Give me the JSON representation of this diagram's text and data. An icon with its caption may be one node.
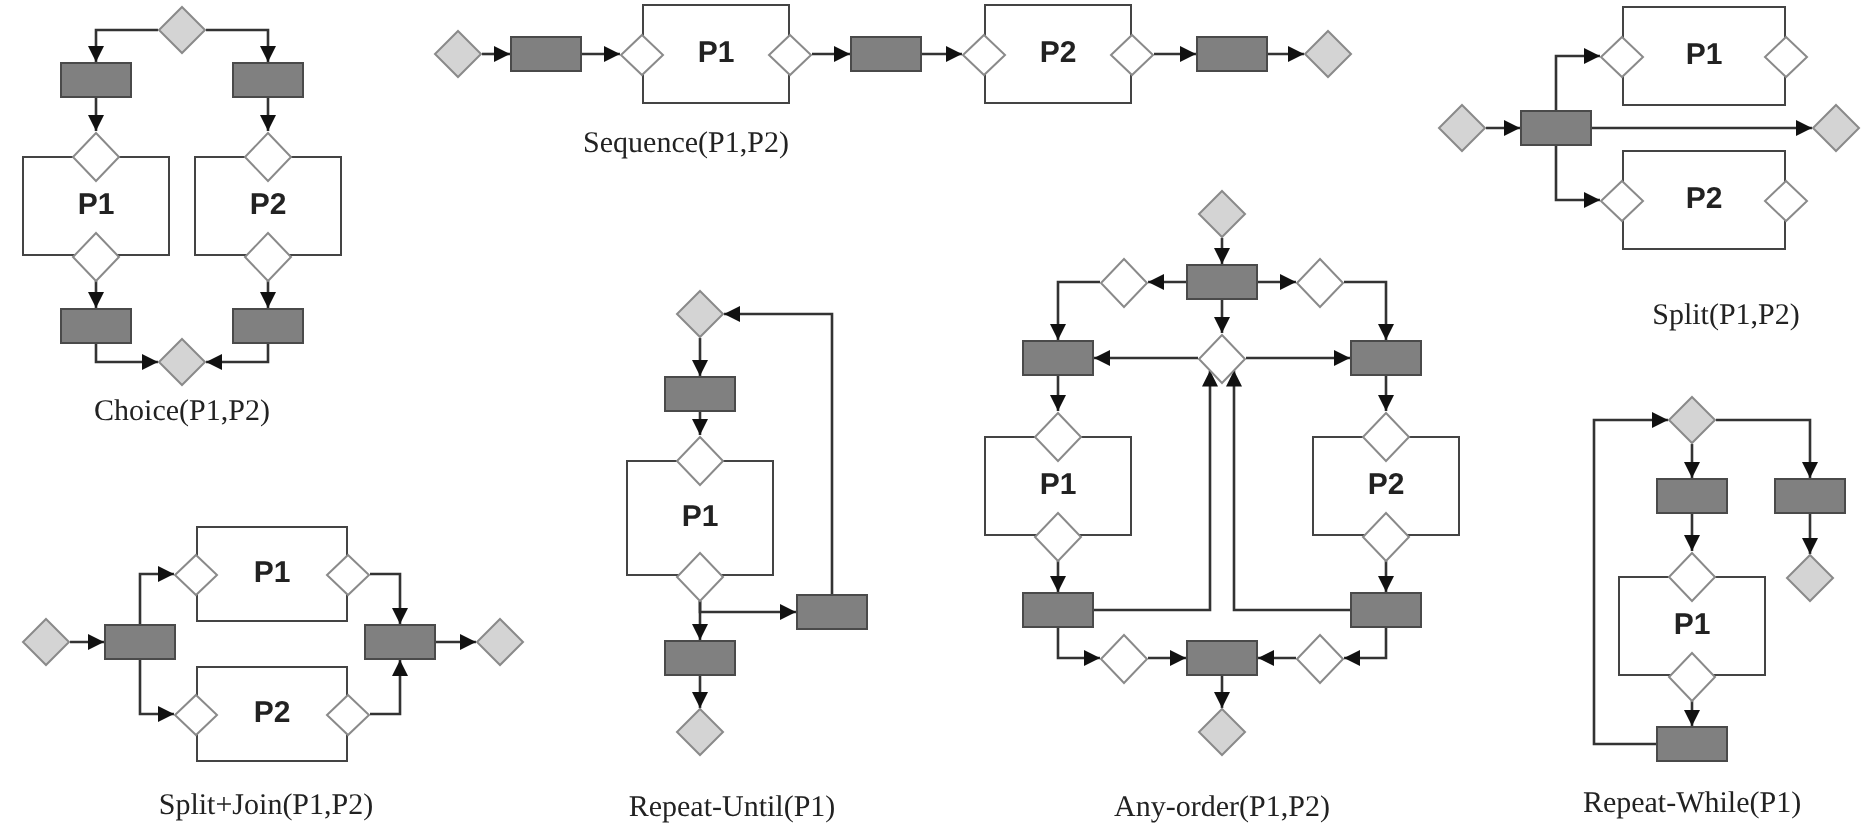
{
  "diagram": {
    "nodes": [
      {
        "text": [],
        "shape": "diamond"
      },
      {
        "text": [],
        "shape": "box"
      },
      {
        "text": [],
        "shape": "box"
      },
      {
        "text": [
          "P1"
        ]
      },
      {
        "text": [],
        "shape": "diamond"
      },
      {
        "text": [],
        "shape": "diamond"
      },
      {
        "text": [
          "P2"
        ]
      },
      {
        "text": [],
        "shape": "diamond"
      },
      {
        "text": [],
        "shape": "diamond"
      },
      {
        "text": [],
        "shape": "box"
      },
      {
        "text": [],
        "shape": "box"
      },
      {
        "text": [],
        "shape": "diamond"
      },
      {
        "text": [],
        "shape": "diamond"
      },
      {
        "text": [],
        "shape": "box"
      },
      {
        "text": [
          "P1"
        ]
      },
      {
        "text": [],
        "shape": "diamond"
      },
      {
        "text": [],
        "shape": "diamond"
      },
      {
        "text": [],
        "shape": "box"
      },
      {
        "text": [
          "P2"
        ]
      },
      {
        "text": [],
        "shape": "diamond"
      },
      {
        "text": [],
        "shape": "diamond"
      },
      {
        "text": [],
        "shape": "box"
      },
      {
        "text": [],
        "shape": "diamond"
      },
      {
        "text": [],
        "shape": "diamond"
      },
      {
        "text": [],
        "shape": "box"
      },
      {
        "text": [
          "P1"
        ]
      },
      {
        "text": [],
        "shape": "diamond"
      },
      {
        "text": [],
        "shape": "diamond"
      },
      {
        "text": [
          "P2"
        ]
      },
      {
        "text": [],
        "shape": "diamond"
      },
      {
        "text": [],
        "shape": "diamond"
      },
      {
        "text": [],
        "shape": "diamond"
      },
      {
        "text": [],
        "shape": "diamond"
      },
      {
        "text": [],
        "shape": "box"
      },
      {
        "text": [
          "P1"
        ]
      },
      {
        "text": [],
        "shape": "diamond"
      },
      {
        "text": [],
        "shape": "diamond"
      },
      {
        "text": [
          "P2"
        ]
      },
      {
        "text": [],
        "shape": "diamond"
      },
      {
        "text": [],
        "shape": "diamond"
      },
      {
        "text": [],
        "shape": "box"
      },
      {
        "text": [],
        "shape": "diamond"
      },
      {
        "text": [],
        "shape": "diamond"
      },
      {
        "text": [],
        "shape": "box"
      },
      {
        "text": [
          "P1"
        ]
      },
      {
        "text": [],
        "shape": "diamond"
      },
      {
        "text": [],
        "shape": "diamond"
      },
      {
        "text": [],
        "shape": "box"
      },
      {
        "text": [],
        "shape": "box"
      },
      {
        "text": [],
        "shape": "diamond"
      },
      {
        "text": [],
        "shape": "diamond"
      },
      {
        "text": [],
        "shape": "box"
      },
      {
        "text": [],
        "shape": "diamond"
      },
      {
        "text": [],
        "shape": "diamond"
      },
      {
        "text": [],
        "shape": "diamond"
      },
      {
        "text": [],
        "shape": "box"
      },
      {
        "text": [],
        "shape": "box"
      },
      {
        "text": [
          "P1"
        ]
      },
      {
        "text": [],
        "shape": "diamond"
      },
      {
        "text": [],
        "shape": "diamond"
      },
      {
        "text": [
          "P2"
        ]
      },
      {
        "text": [],
        "shape": "diamond"
      },
      {
        "text": [],
        "shape": "diamond"
      },
      {
        "text": [],
        "shape": "box"
      },
      {
        "text": [],
        "shape": "box"
      },
      {
        "text": [],
        "shape": "diamond"
      },
      {
        "text": [],
        "shape": "box"
      },
      {
        "text": [],
        "shape": "diamond"
      },
      {
        "text": [],
        "shape": "diamond"
      },
      {
        "text": [],
        "shape": "diamond"
      },
      {
        "text": [],
        "shape": "box"
      },
      {
        "text": [],
        "shape": "box"
      },
      {
        "text": [],
        "shape": "diamond"
      },
      {
        "text": [
          "P1"
        ]
      },
      {
        "text": [],
        "shape": "diamond"
      },
      {
        "text": [],
        "shape": "diamond"
      },
      {
        "text": [],
        "shape": "box"
      }
    ],
    "edges": [
      {
        "from": 0,
        "to": 1,
        "arrow": "to"
      },
      {
        "from": 0,
        "to": 2,
        "arrow": "to"
      },
      {
        "from": 1,
        "to": 4,
        "arrow": "to"
      },
      {
        "from": 2,
        "to": 7,
        "arrow": "to"
      },
      {
        "from": 5,
        "to": 9,
        "arrow": "to"
      },
      {
        "from": 8,
        "to": 10,
        "arrow": "to"
      },
      {
        "from": 9,
        "to": 11,
        "arrow": "to"
      },
      {
        "from": 10,
        "to": 11,
        "arrow": "to"
      },
      {
        "from": 12,
        "to": 13,
        "arrow": "to"
      },
      {
        "from": 13,
        "to": 15,
        "arrow": "to"
      },
      {
        "from": 16,
        "to": 17,
        "arrow": "to"
      },
      {
        "from": 17,
        "to": 19,
        "arrow": "to"
      },
      {
        "from": 20,
        "to": 21,
        "arrow": "to"
      },
      {
        "from": 21,
        "to": 22,
        "arrow": "to"
      },
      {
        "from": 23,
        "to": 24,
        "arrow": "to"
      },
      {
        "from": 24,
        "to": 26,
        "arrow": "to"
      },
      {
        "from": 24,
        "to": 29,
        "arrow": "to"
      },
      {
        "from": 24,
        "to": 31,
        "arrow": "to"
      },
      {
        "from": 32,
        "to": 33,
        "arrow": "to"
      },
      {
        "from": 33,
        "to": 35,
        "arrow": "to"
      },
      {
        "from": 33,
        "to": 38,
        "arrow": "to"
      },
      {
        "from": 36,
        "to": 40,
        "arrow": "to"
      },
      {
        "from": 39,
        "to": 40,
        "arrow": "to"
      },
      {
        "from": 40,
        "to": 41,
        "arrow": "to"
      },
      {
        "from": 42,
        "to": 43,
        "arrow": "to"
      },
      {
        "from": 43,
        "to": 45,
        "arrow": "to"
      },
      {
        "from": 46,
        "to": 48,
        "arrow": "to"
      },
      {
        "from": 46,
        "to": 47,
        "arrow": "to"
      },
      {
        "from": 47,
        "to": 42,
        "arrow": "to"
      },
      {
        "from": 48,
        "to": 49,
        "arrow": "to"
      },
      {
        "from": 50,
        "to": 51,
        "arrow": "to"
      },
      {
        "from": 51,
        "to": 52,
        "arrow": "to"
      },
      {
        "from": 51,
        "to": 53,
        "arrow": "to"
      },
      {
        "from": 51,
        "to": 54,
        "arrow": "to"
      },
      {
        "from": 52,
        "to": 55,
        "arrow": "to"
      },
      {
        "from": 53,
        "to": 56,
        "arrow": "to"
      },
      {
        "from": 54,
        "to": 55,
        "arrow": "to"
      },
      {
        "from": 54,
        "to": 56,
        "arrow": "to"
      },
      {
        "from": 55,
        "to": 58,
        "arrow": "to"
      },
      {
        "from": 56,
        "to": 61,
        "arrow": "to"
      },
      {
        "from": 59,
        "to": 63,
        "arrow": "to"
      },
      {
        "from": 62,
        "to": 64,
        "arrow": "to"
      },
      {
        "from": 63,
        "to": 54,
        "arrow": "to"
      },
      {
        "from": 64,
        "to": 54,
        "arrow": "to"
      },
      {
        "from": 63,
        "to": 65,
        "arrow": "to"
      },
      {
        "from": 65,
        "to": 66,
        "arrow": "to"
      },
      {
        "from": 64,
        "to": 67,
        "arrow": "to"
      },
      {
        "from": 67,
        "to": 66,
        "arrow": "to"
      },
      {
        "from": 66,
        "to": 68,
        "arrow": "to"
      },
      {
        "from": 69,
        "to": 70,
        "arrow": "to"
      },
      {
        "from": 69,
        "to": 71,
        "arrow": "to"
      },
      {
        "from": 71,
        "to": 72,
        "arrow": "to"
      },
      {
        "from": 70,
        "to": 74,
        "arrow": "to"
      },
      {
        "from": 75,
        "to": 76,
        "arrow": "to"
      },
      {
        "from": 76,
        "to": 69,
        "arrow": "to"
      }
    ],
    "labels": [
      "Sequence(P1,P2)",
      "Split(P1,P2)",
      "Choice(P1,P2)",
      "Split+Join(P1,P2)",
      "Repeat-Until(P1)",
      "Any-order(P1,P2)",
      "Repeat-While(P1)"
    ]
  }
}
